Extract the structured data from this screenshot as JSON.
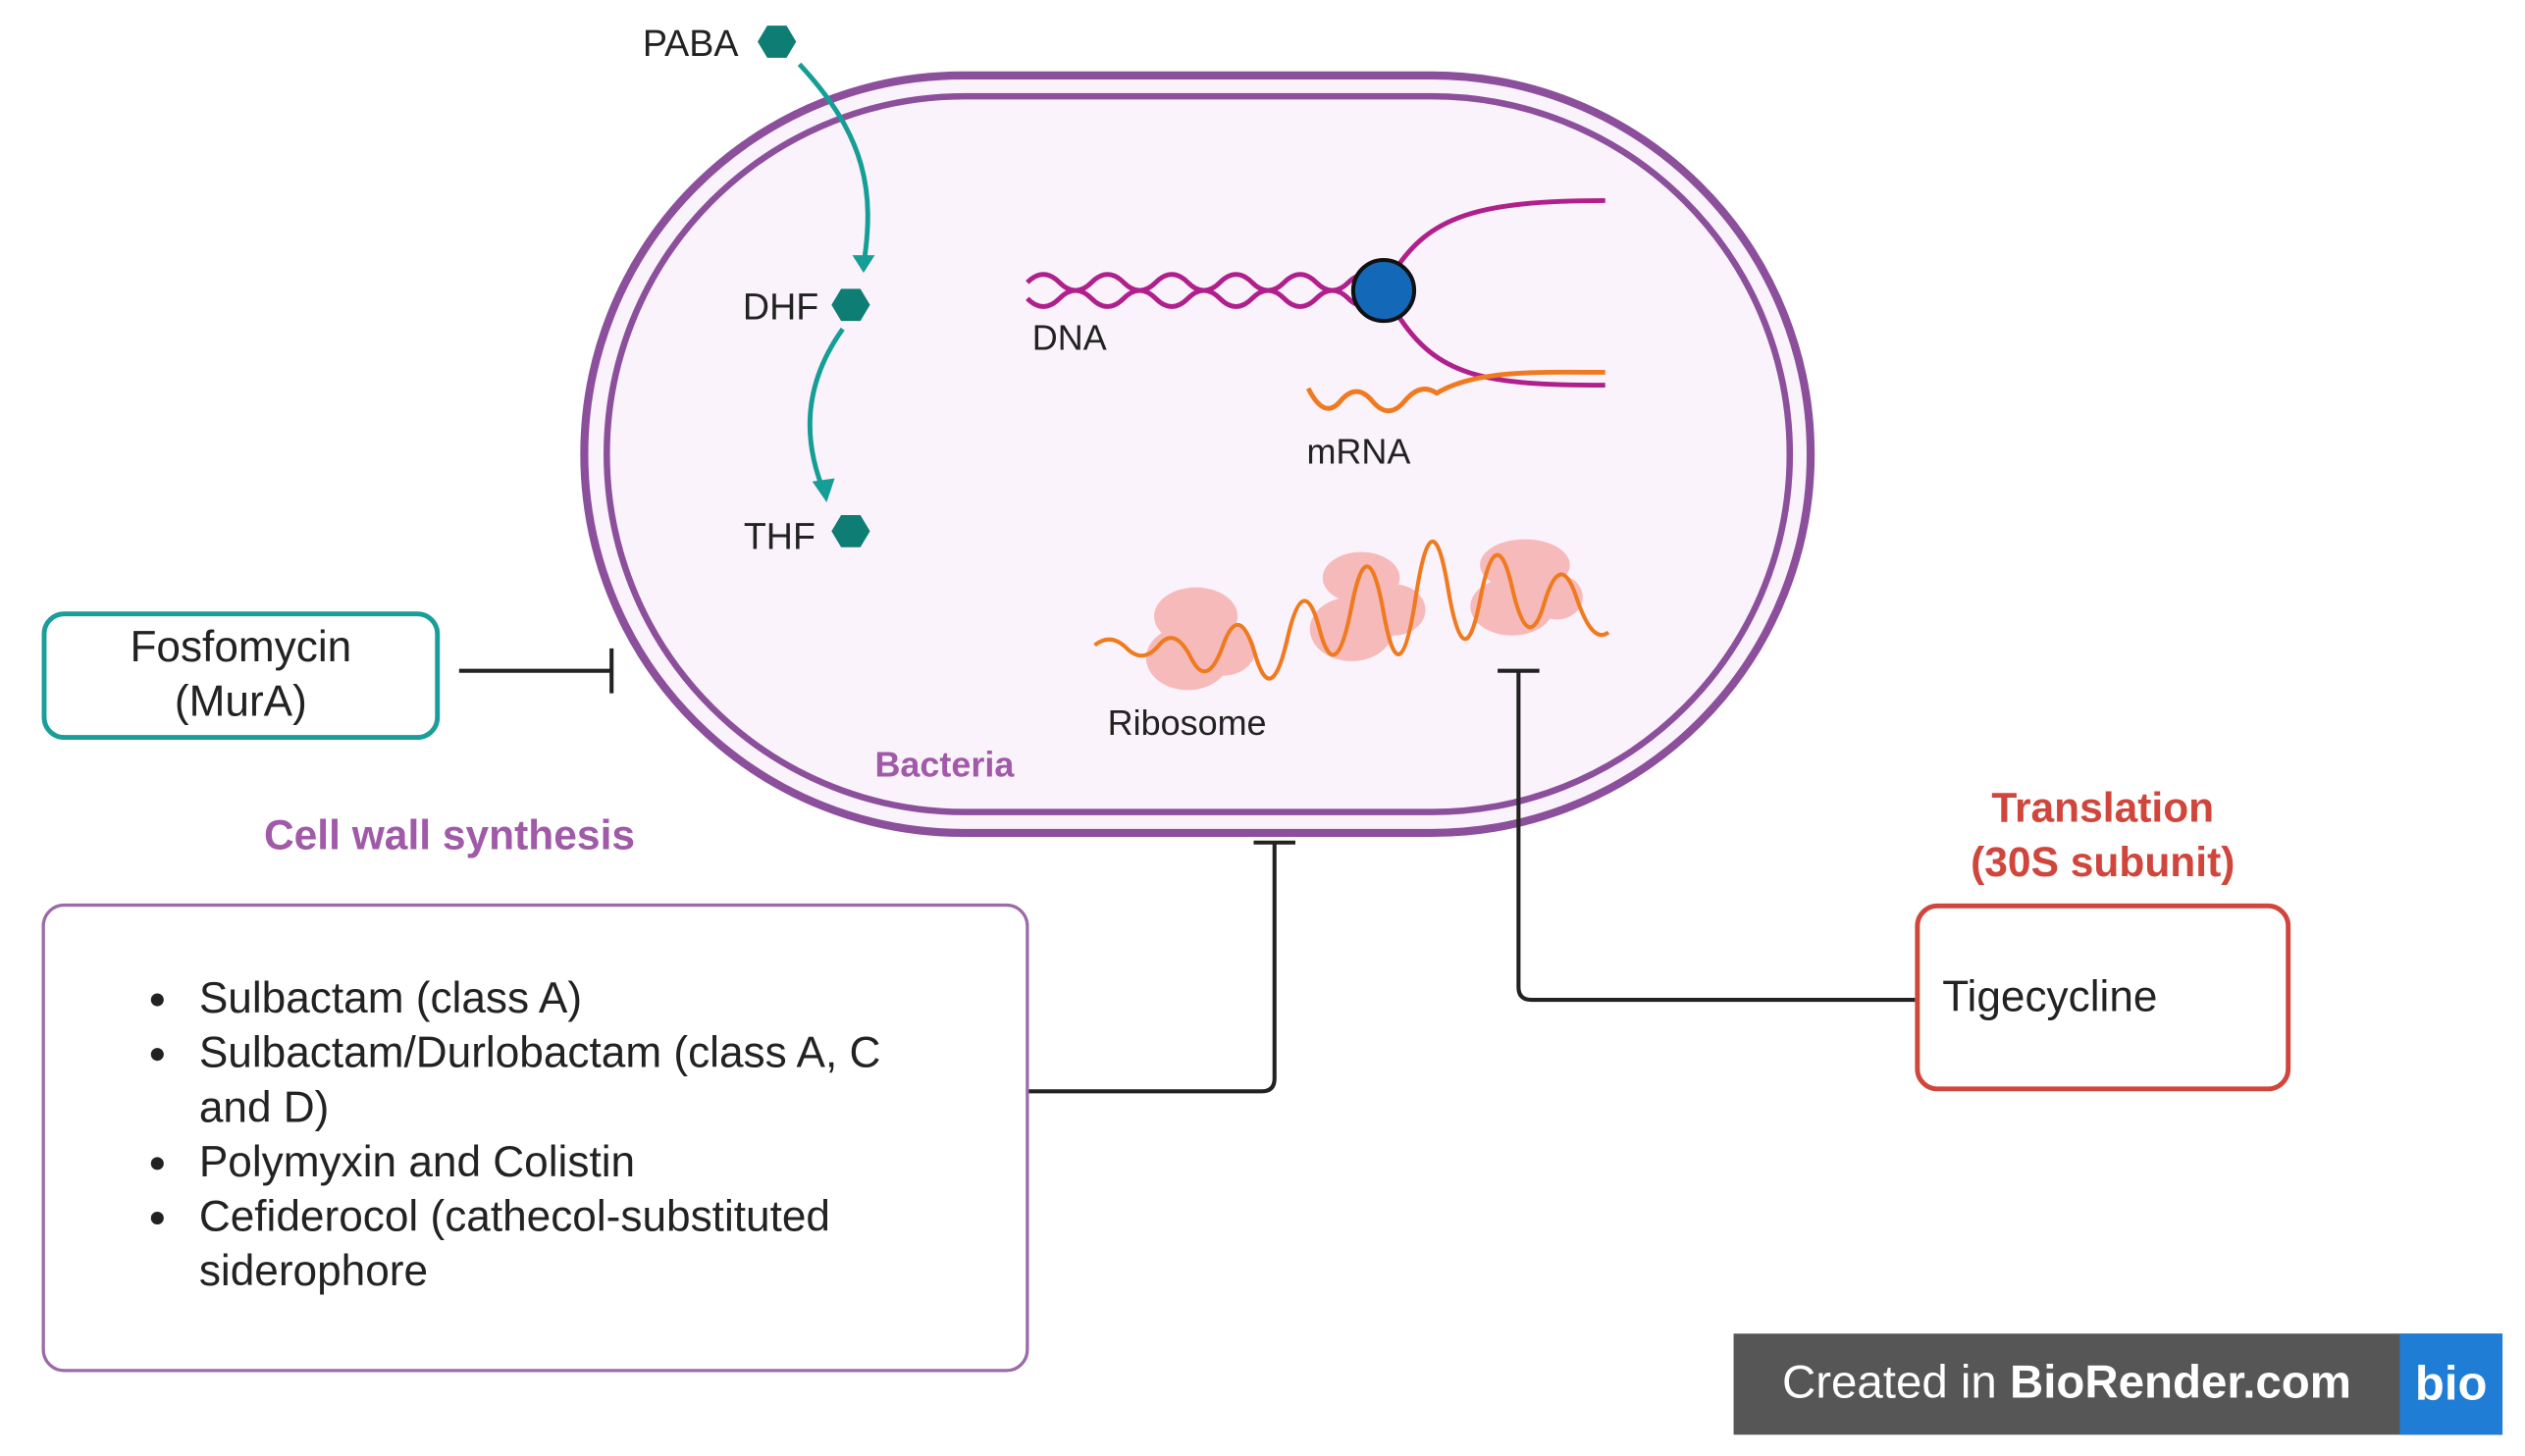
{
  "labels": {
    "paba": "PABA",
    "dhf": "DHF",
    "thf": "THF",
    "dna": "DNA",
    "mrna": "mRNA",
    "ribosome": "Ribosome",
    "bacteria": "Bacteria",
    "cell_wall": "Cell wall synthesis",
    "translation_line1": "Translation",
    "translation_line2": "(30S subunit)"
  },
  "fosfomycin": {
    "line1": "Fosfomycin",
    "line2": "(MurA)"
  },
  "cell_wall_drugs": [
    "Sulbactam (class A)",
    "Sulbactam/Durlobactam (class A, C and D)",
    "Polymyxin and Colistin",
    "Cefiderocol (cathecol-substituted siderophore"
  ],
  "tigecycline": "Tigecycline",
  "watermark": {
    "prefix": "Created in ",
    "brand": "BioRender.com",
    "logo": "bio"
  },
  "colors": {
    "cell_membrane": "#8c4f9c",
    "molecule_teal": "#0e7d73",
    "dna_strand": "#b0208c",
    "mrna_orange": "#f07a20",
    "ribosome_pink": "#f6b4b4",
    "polymerase_blue": "#1468b8",
    "translation_red": "#d0463c",
    "fosfomycin_border": "#1a9e9a"
  }
}
